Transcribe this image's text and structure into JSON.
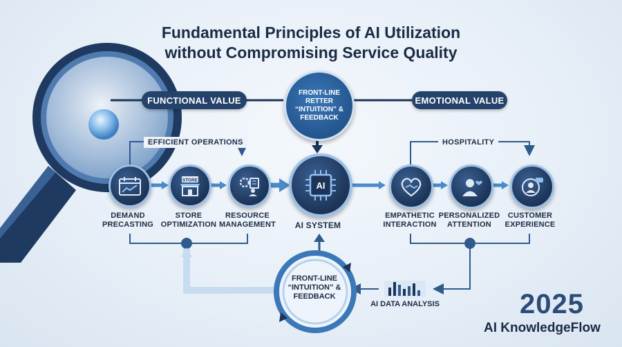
{
  "title_line1": "Fundamental Principles of AI Utilization",
  "title_line2": "without Compromising Service Quality",
  "functional_value": "FUNCTIONAL VALUE",
  "emotional_value": "EMOTIONAL VALUE",
  "top_feedback": "FRONT-LINE RETTER “INTUITION” & FEEDBACK",
  "efficient_operations": "EFFICIENT OPERATIONS",
  "hospitality": "HOSPITALITY",
  "left_nodes": [
    {
      "label": "DEMAND PRECASTING",
      "icon": "chart-calendar-icon"
    },
    {
      "label": "STORE OPTIMIZATION",
      "icon": "store-icon",
      "badge": "STORE"
    },
    {
      "label": "RESOURCE MANAGEMENT",
      "icon": "resource-gear-icon"
    }
  ],
  "center_node": {
    "label": "AI SYSTEM",
    "chip_text": "AI",
    "icon": "ai-chip-icon"
  },
  "right_nodes": [
    {
      "label": "EMPATHETIC INTERACTION",
      "icon": "heart-handshake-icon"
    },
    {
      "label": "PERSONALIZED ATTENTION",
      "icon": "person-heart-icon"
    },
    {
      "label": "CUSTOMER EXPERIENCE",
      "icon": "customer-chat-icon"
    }
  ],
  "loop_label": "FRONT-LINE “INTUITION” & FEEDBACK",
  "analysis_label": "AI DATA ANALYSIS",
  "year": "2025",
  "brand": "AI KnowledgeFlow",
  "colors": {
    "navy": "#1c3457",
    "accent_blue": "#3b78b8",
    "pill": "#24426a",
    "line": "#2e5a8c"
  }
}
